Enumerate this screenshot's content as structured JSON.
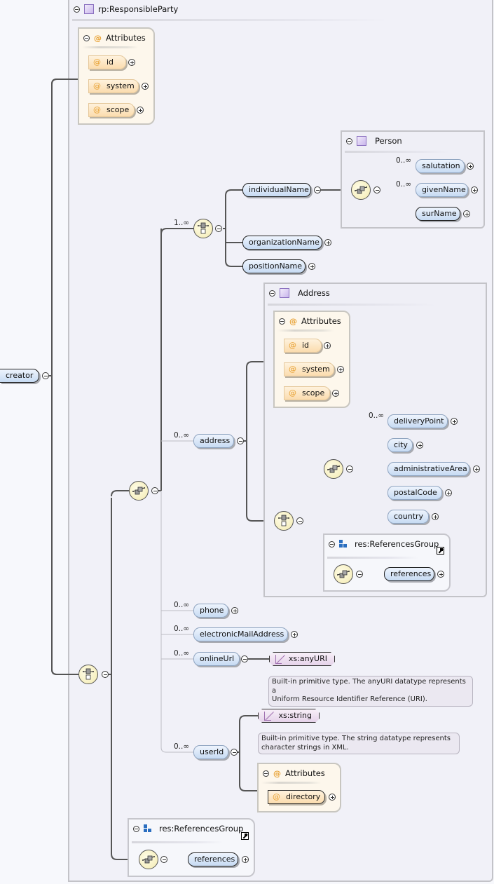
{
  "root": {
    "label": "creator"
  },
  "complex_types": {
    "responsible_party": {
      "title": "rp:ResponsibleParty"
    },
    "person": {
      "title": "Person"
    },
    "address": {
      "title": "Address"
    }
  },
  "attribute_groups": {
    "rp_attributes": {
      "title": "Attributes",
      "items": [
        "id",
        "system",
        "scope"
      ]
    },
    "address_attributes": {
      "title": "Attributes",
      "items": [
        "id",
        "system",
        "scope"
      ]
    },
    "userid_attributes": {
      "title": "Attributes",
      "items": [
        "directory"
      ]
    }
  },
  "icons": {
    "attribute": "@"
  },
  "choice_elements": {
    "cardinality": "1..∞",
    "items": [
      "individualName",
      "organizationName",
      "positionName"
    ]
  },
  "person_elements": {
    "items": [
      {
        "label": "salutation",
        "cardinality": "0..∞"
      },
      {
        "label": "givenName",
        "cardinality": "0..∞"
      },
      {
        "label": "surName",
        "cardinality": ""
      }
    ]
  },
  "address_element": {
    "label": "address",
    "cardinality": "0..∞"
  },
  "address_elements": {
    "items": [
      {
        "label": "deliveryPoint",
        "cardinality": "0..∞"
      },
      {
        "label": "city",
        "cardinality": ""
      },
      {
        "label": "administrativeArea",
        "cardinality": ""
      },
      {
        "label": "postalCode",
        "cardinality": ""
      },
      {
        "label": "country",
        "cardinality": ""
      }
    ]
  },
  "groups": {
    "address_refs": {
      "title": "res:ReferencesGroup",
      "element": "references"
    },
    "bottom_refs": {
      "title": "res:ReferencesGroup",
      "element": "references"
    }
  },
  "contact_elements": [
    {
      "label": "phone",
      "cardinality": "0..∞"
    },
    {
      "label": "electronicMailAddress",
      "cardinality": "0..∞"
    },
    {
      "label": "onlineUrl",
      "cardinality": "0..∞"
    },
    {
      "label": "userId",
      "cardinality": "0..∞"
    }
  ],
  "types": {
    "anyuri": {
      "label": "xs:anyURI",
      "tip_line1": "Built-in primitive type. The anyURI datatype represents a",
      "tip_line2": "Uniform Resource Identifier Reference (URI)."
    },
    "string": {
      "label": "xs:string",
      "tip_line1": "Built-in primitive type. The string datatype represents",
      "tip_line2": "character strings in XML."
    }
  },
  "colors": {
    "element_fill": "#c7dbf3",
    "attribute_fill": "#fbdcae",
    "compositor_fill": "#f3eab0",
    "type_fill": "#e6d3ea",
    "group_icon": "#2a6ec0",
    "attribute_icon": "#e8a030"
  }
}
